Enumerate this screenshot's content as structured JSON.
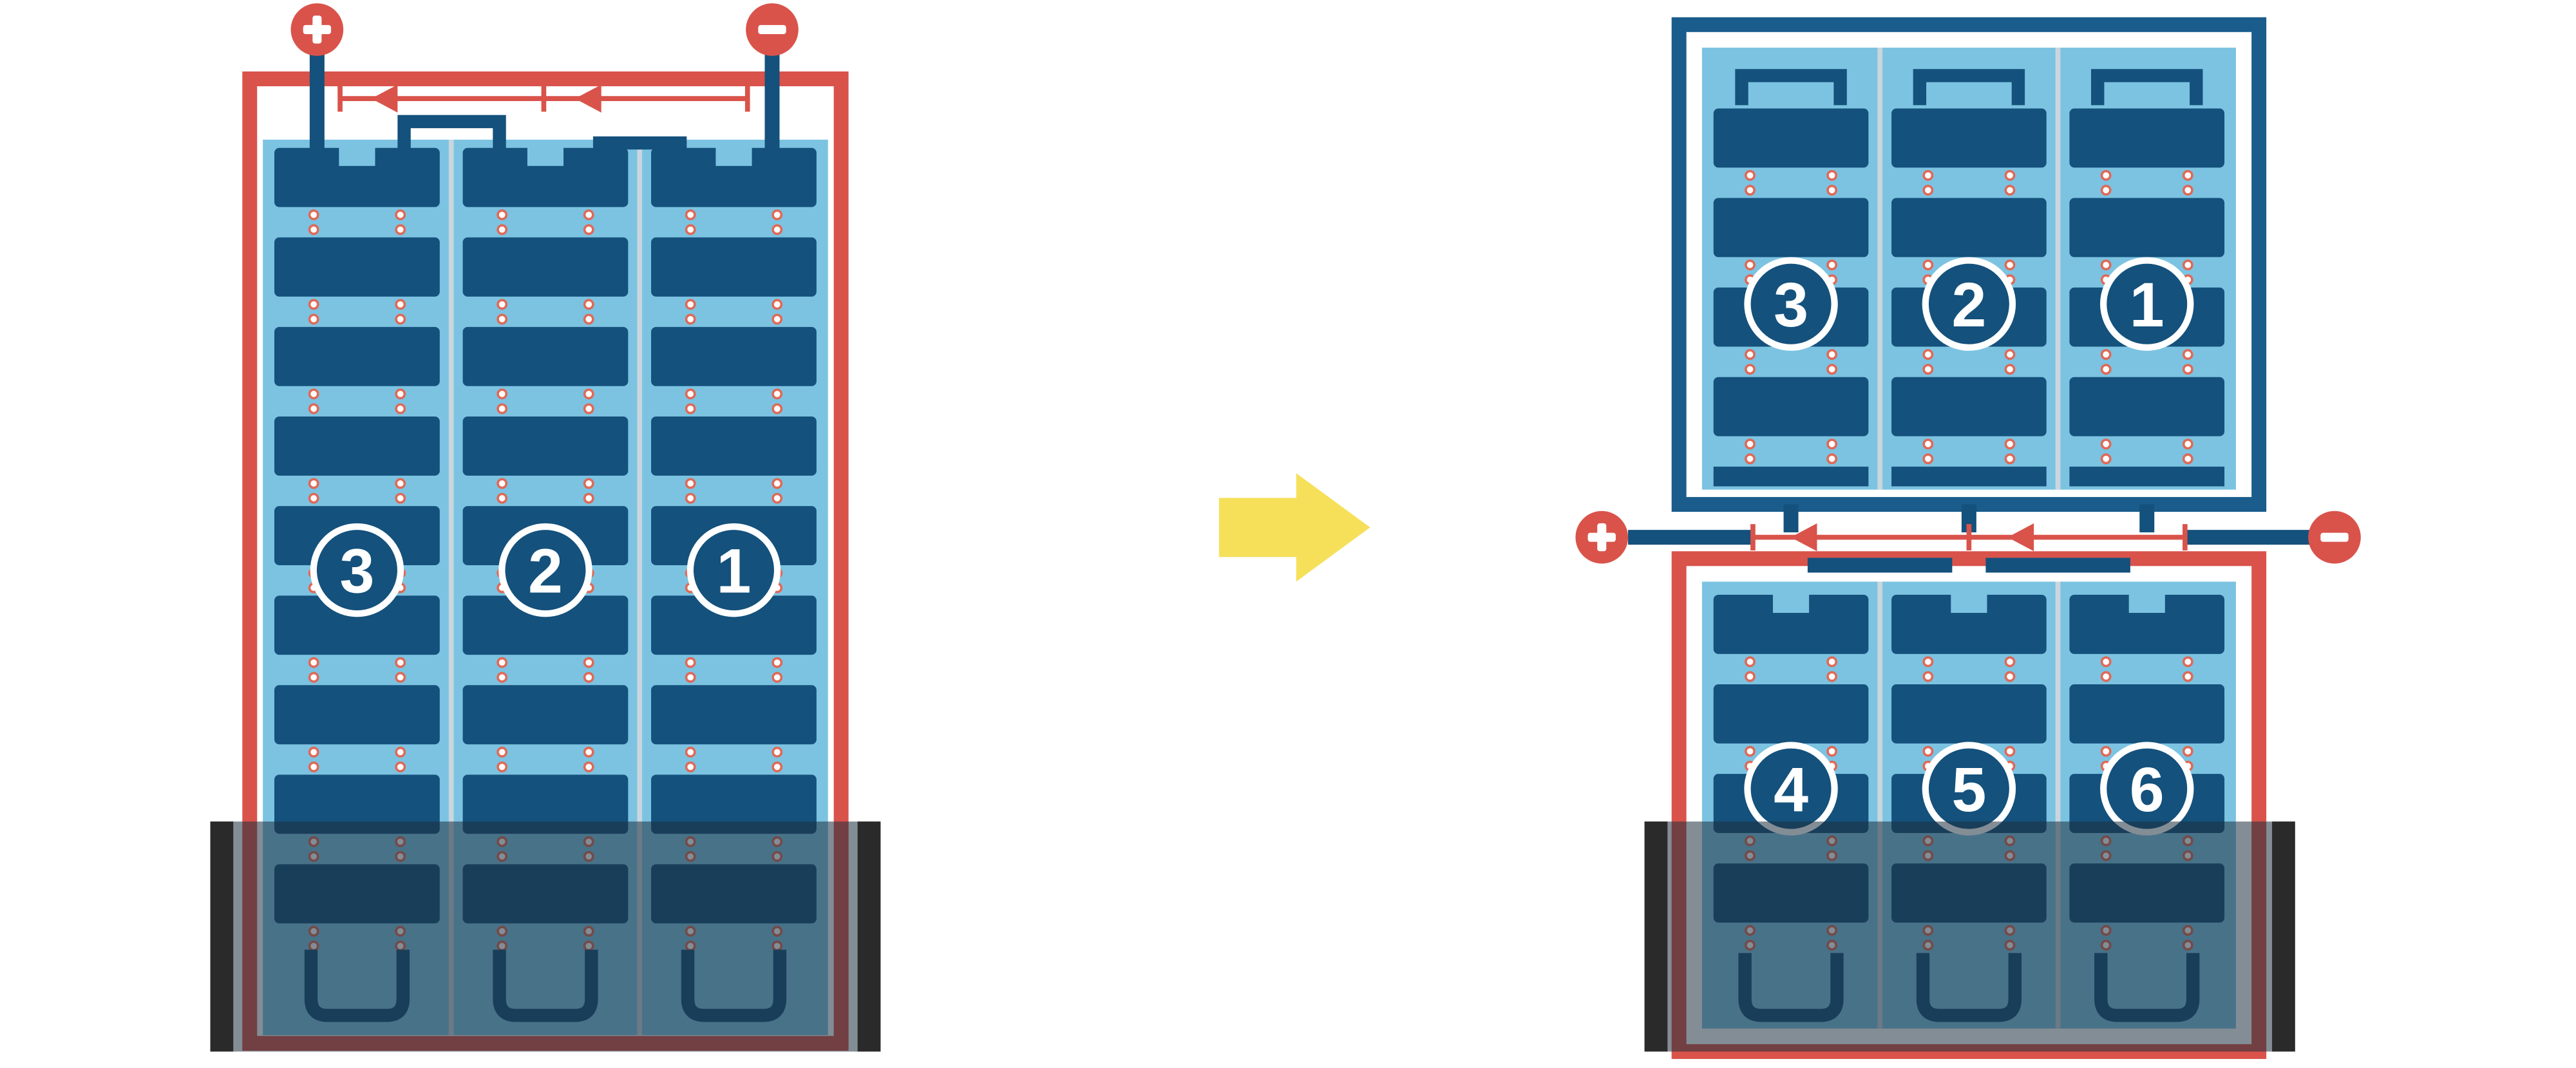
{
  "diagram": {
    "colors": {
      "red": "#D9534B",
      "navy": "#14517C",
      "frame_blue": "#1A5C8C",
      "light_blue": "#7CC3E2",
      "separator": "#C9D6DE",
      "yellow": "#F6E05A",
      "overlay": "rgba(30,48,62,0.55)",
      "side_bar": "#2A2A2A",
      "dot_fill": "#FFFFFF",
      "dot_stroke": "#DE6A58",
      "white": "#FFFFFF"
    },
    "left_module": {
      "terminal_positive": "+",
      "terminal_negative": "−",
      "string_labels": [
        "3",
        "2",
        "1"
      ]
    },
    "right_module": {
      "terminal_positive": "+",
      "terminal_negative": "−",
      "top_string_labels": [
        "3",
        "2",
        "1"
      ],
      "bottom_string_labels": [
        "4",
        "5",
        "6"
      ]
    }
  }
}
